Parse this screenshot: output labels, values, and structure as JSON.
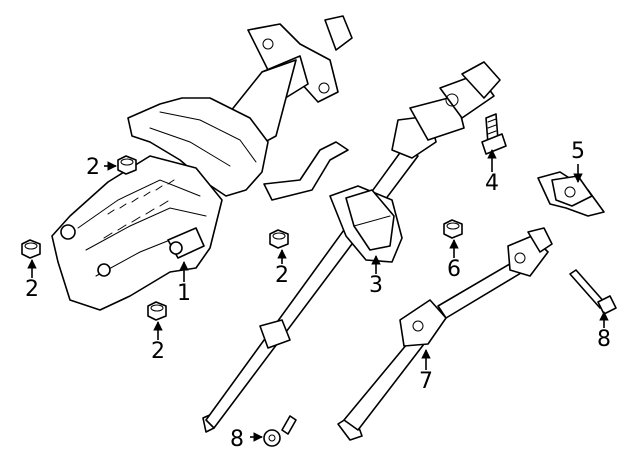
{
  "callouts": {
    "c1": "1",
    "c2a": "2",
    "c2b": "2",
    "c2c": "2",
    "c2d": "2",
    "c3": "3",
    "c4": "4",
    "c5": "5",
    "c6": "6",
    "c7": "7",
    "c8a": "8",
    "c8b": "8"
  },
  "colors": {
    "line": "#000000",
    "background": "#ffffff"
  }
}
